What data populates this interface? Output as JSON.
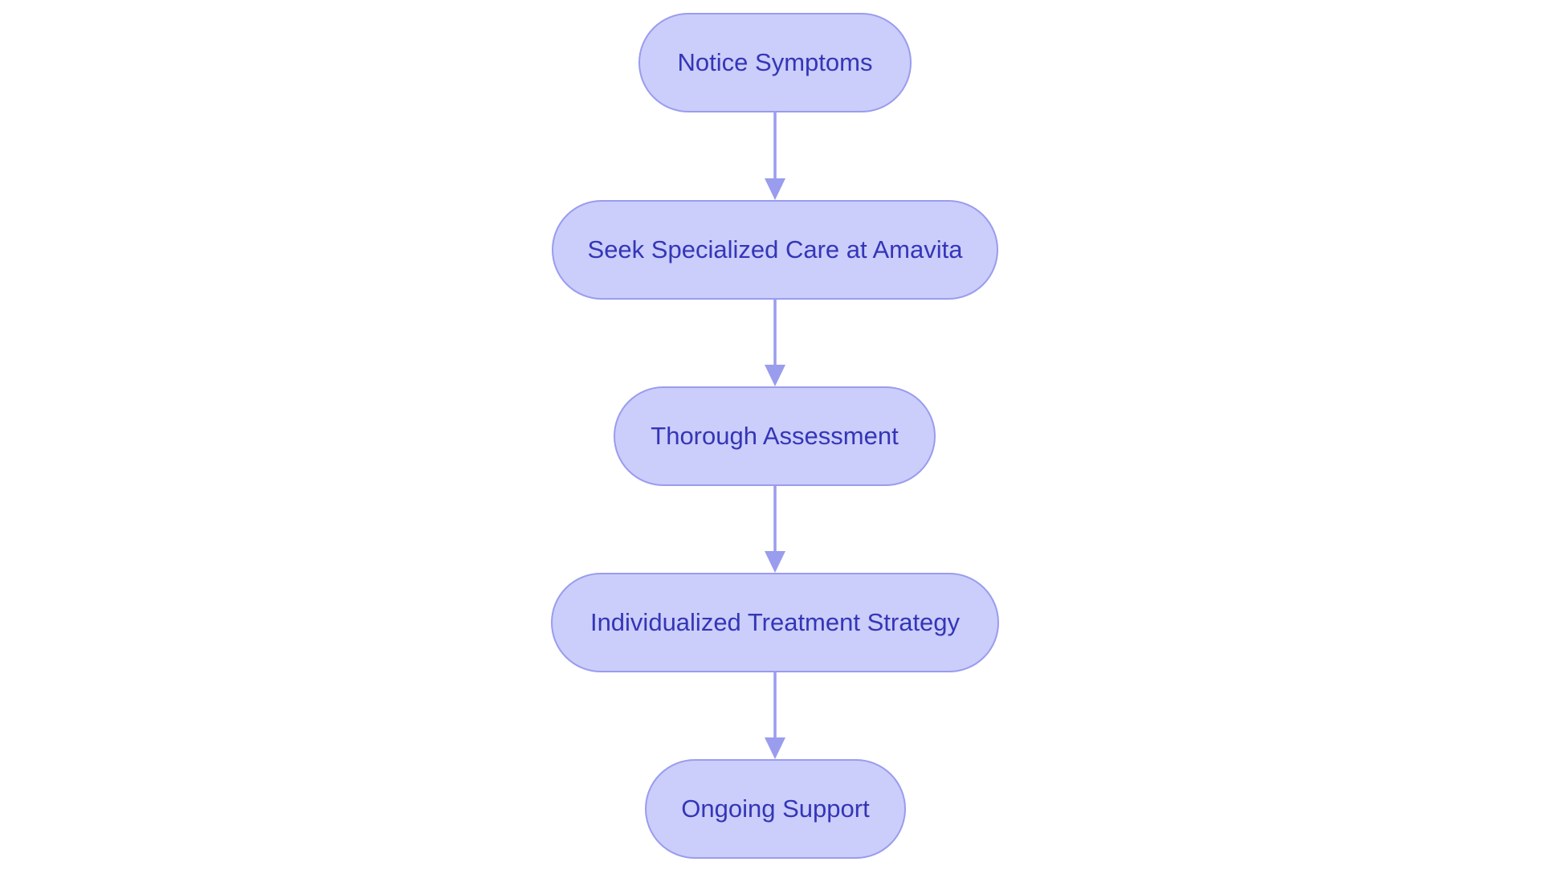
{
  "diagram": {
    "type": "flowchart",
    "direction": "top-to-bottom",
    "colors": {
      "node_fill": "#cbcdfb",
      "node_border": "#9a9cee",
      "node_text": "#3436b6",
      "edge": "#9a9cee",
      "background": "#ffffff"
    },
    "nodes": [
      {
        "id": "n1",
        "label": "Notice Symptoms"
      },
      {
        "id": "n2",
        "label": "Seek Specialized Care at Amavita"
      },
      {
        "id": "n3",
        "label": "Thorough Assessment"
      },
      {
        "id": "n4",
        "label": "Individualized Treatment Strategy"
      },
      {
        "id": "n5",
        "label": "Ongoing Support"
      }
    ],
    "edges": [
      {
        "from": "n1",
        "to": "n2"
      },
      {
        "from": "n2",
        "to": "n3"
      },
      {
        "from": "n3",
        "to": "n4"
      },
      {
        "from": "n4",
        "to": "n5"
      }
    ]
  }
}
